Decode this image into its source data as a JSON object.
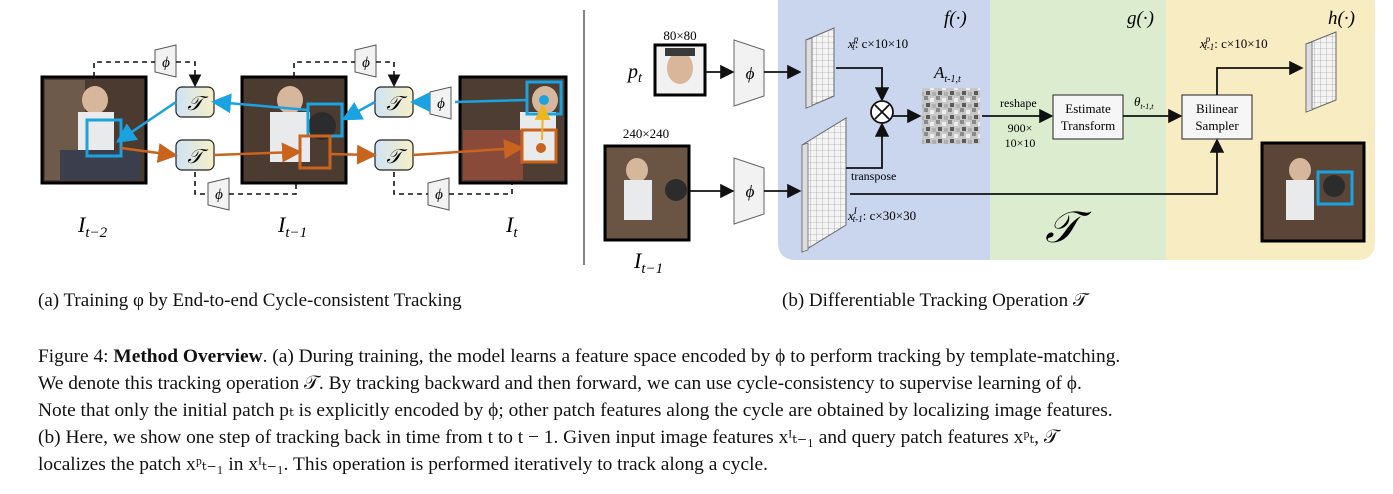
{
  "figure_number": "Figure 4:",
  "panel_a": {
    "caption": "(a) Training φ by End-to-end Cycle-consistent Tracking",
    "frame_labels": [
      "I",
      "I",
      "I"
    ],
    "frame_subscripts": [
      "t−2",
      "t−1",
      "t"
    ],
    "phi_symbol": "ϕ",
    "tracker_symbol": "𝒯"
  },
  "panel_b": {
    "caption": "(b) Differentiable Tracking Operation 𝒯",
    "f_label": "f(·)",
    "g_label": "g(·)",
    "h_label": "h(·)",
    "patch_size": "80×80",
    "image_size": "240×240",
    "patch_symbol": "p",
    "patch_sub": "t",
    "image_symbol": "I",
    "image_sub": "t−1",
    "xp_label": "x",
    "xp_sup": "p",
    "xp_sub": "t",
    "xp_dims": ": c×10×10",
    "xI_label": "x",
    "xI_sup": "I",
    "xI_sub": "t-1",
    "xI_dims": ": c×30×30",
    "affinity_label": "A",
    "affinity_sub": "t-1,t",
    "transpose": "transpose",
    "reshape": "reshape",
    "reshape_dims_1": "900×",
    "reshape_dims_2": "10×10",
    "estimate_1": "Estimate",
    "estimate_2": "Transform",
    "theta_label": "θ",
    "theta_sub": "t-1,t",
    "bilinear_1": "Bilinear",
    "bilinear_2": "Sampler",
    "out_label": "x",
    "out_sup": "p",
    "out_sub": "t-1",
    "out_dims": ": c×10×10",
    "T_symbol": "𝒯",
    "phi_symbol": "ϕ"
  },
  "caption": {
    "label": "Figure 4:",
    "bold": "Method Overview",
    "line1": ". (a) During training, the model learns a feature space encoded by ϕ to perform tracking by template-matching.",
    "line2": "We denote this tracking operation 𝒯. By tracking backward and then forward, we can use cycle-consistency to supervise learning of ϕ.",
    "line3": "Note that only the initial patch pₜ is explicitly encoded by ϕ; other patch features along the cycle are obtained by localizing image features.",
    "line4": "(b) Here, we show one step of tracking back in time from t to t − 1. Given input image features xᴵₜ₋₁ and query patch features xᵖₜ, 𝒯",
    "line5": "localizes the patch xᵖₜ₋₁ in xᴵₜ₋₁. This operation is performed iteratively to track along a cycle."
  },
  "colors": {
    "blue_arrow": "#1aa3e0",
    "orange_arrow": "#c8641e",
    "f_panel": "#c9d6ee",
    "g_panel": "#dcedcf",
    "h_panel": "#f8ecc2"
  }
}
